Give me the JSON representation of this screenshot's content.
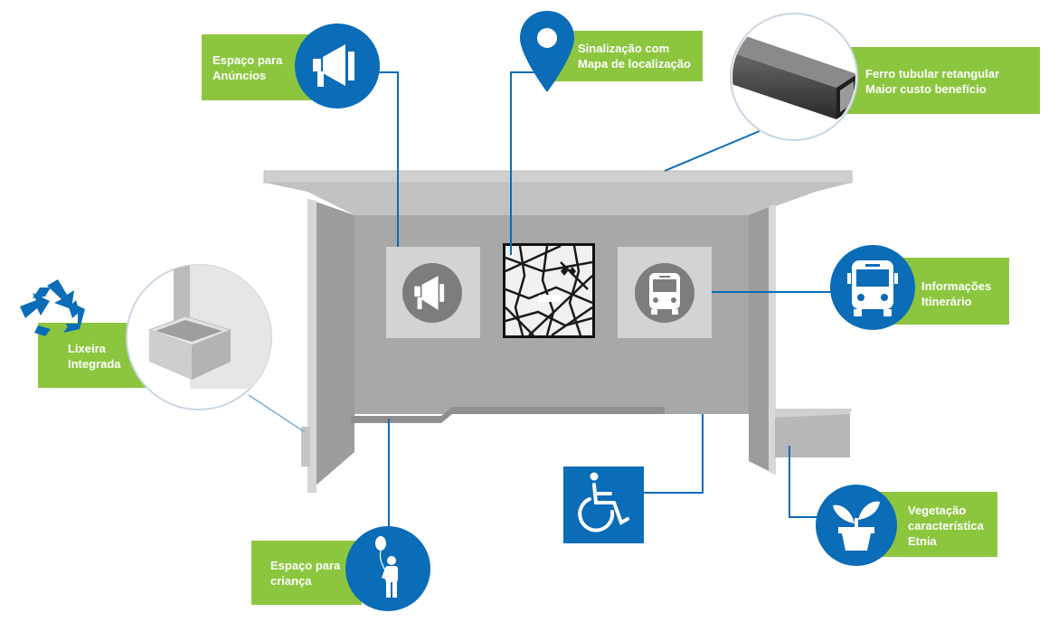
{
  "colors": {
    "accent_green": "#8cc63f",
    "accent_blue": "#0b6cb8",
    "shelter_gray": "#a7a7a7",
    "panel_light": "#d3d3d3"
  },
  "labels": {
    "ads": [
      "Espaço para",
      "Anúncios"
    ],
    "map_signage": [
      "Sinalização com",
      "Mapa de localização"
    ],
    "tubular": [
      "Ferro tubular retangular",
      "Maior custo benefício"
    ],
    "trash": [
      "Lixeira",
      "Integrada"
    ],
    "itinerary": [
      "Informações",
      "Itinerário"
    ],
    "vegetation": [
      "Vegetação",
      "característica",
      "Etnia"
    ],
    "child": [
      "Espaço para",
      "criança"
    ]
  },
  "icons": {
    "ads": "megaphone-icon",
    "map_signage": "map-pin-icon",
    "tubular": "rectangular-tube-icon",
    "trash": "recycle-icon",
    "itinerary": "bus-icon",
    "vegetation": "plant-pot-icon",
    "child": "child-balloon-icon",
    "accessibility": "wheelchair-icon"
  }
}
